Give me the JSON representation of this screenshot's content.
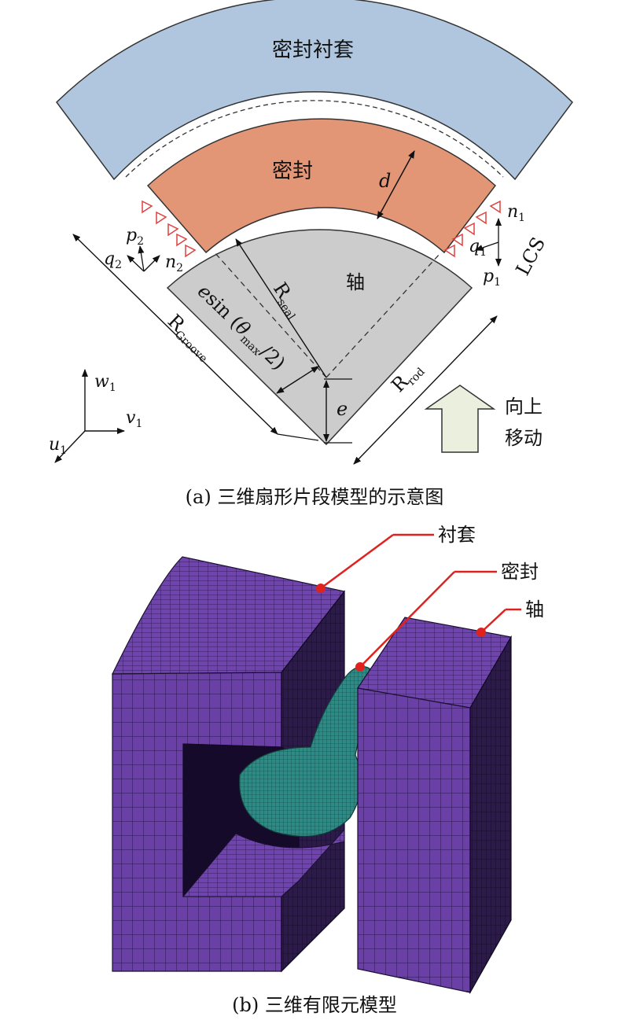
{
  "panel_a": {
    "regions": {
      "gland": "密封衬套",
      "seal": "密封",
      "rod": "轴"
    },
    "labels": {
      "d": "d",
      "p2": "p",
      "p2_sub": "2",
      "q2": "q",
      "q2_sub": "2",
      "n2": "n",
      "n2_sub": "2",
      "n1": "n",
      "n1_sub": "1",
      "q1": "q",
      "q1_sub": "1",
      "p1": "p",
      "p1_sub": "1",
      "lcs": "LCS",
      "r_seal": "R",
      "r_seal_sub": "seal",
      "r_groove": "R",
      "r_groove_sub": "Groove",
      "r_rod": "R",
      "r_rod_sub": "rod",
      "esin_a": "e",
      "esin_b": "sin (",
      "esin_theta": "θ",
      "esin_sub": "max",
      "esin_c": "/2)",
      "e": "e",
      "w1": "w",
      "w1_sub": "1",
      "v1": "v",
      "v1_sub": "1",
      "u1": "u",
      "u1_sub": "1",
      "move_line1": "向上",
      "move_line2": "移动"
    },
    "caption": "(a) 三维扇形片段模型的示意图",
    "colors": {
      "gland": "#afc6de",
      "seal": "#e39676",
      "rod": "#cccccc",
      "arrow": "#ebf0de",
      "marker": "#e0403e"
    }
  },
  "panel_b": {
    "callouts": {
      "liner": "衬套",
      "seal": "密封",
      "rod": "轴"
    },
    "caption": "(b) 三维有限元模型",
    "colors": {
      "mesh_face": "#6a3fa6",
      "mesh_dark": "#1b1030",
      "mesh_line": "#2a1450",
      "seal": "#2e8a84",
      "callout": "#e0221e"
    }
  }
}
